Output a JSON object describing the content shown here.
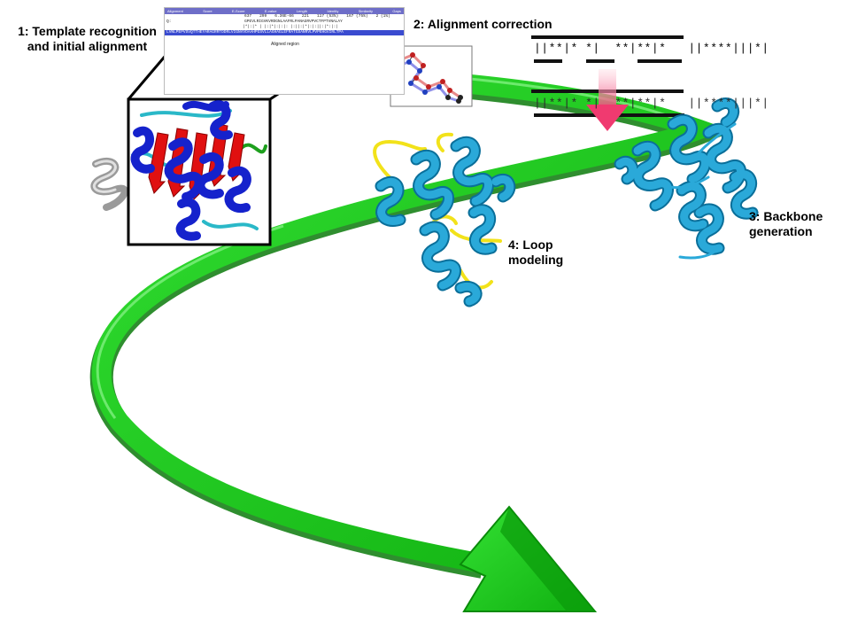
{
  "steps": {
    "step1": {
      "line1": "1: Template recognition",
      "line2": "and initial alignment"
    },
    "step2": {
      "label": "2: Alignment correction"
    },
    "step3": {
      "line1": "3: Backbone",
      "line2": "generation"
    },
    "step4": {
      "line1": "4: Loop",
      "line2": "modeling"
    }
  },
  "alignment_panel": {
    "header": [
      "Alignment",
      "Score",
      "E-Score",
      "E-value",
      "Length",
      "Identity",
      "Similarity",
      "Gaps"
    ],
    "stats": [
      "637",
      "299",
      "6.36E-66",
      "221",
      "117 (53%)",
      "167 (75%)",
      "2 (1%)"
    ],
    "query_label": "Q:",
    "query_seq": "GPEVLRIGVKVRDGNLAAFRLPANAGRVPVCTFPTVNALAY",
    "match_line": "|*|:|* |  |:|*|:|:|: |:||:|*|:|:||:|*:|:|",
    "subject_seq": "LVNLPEPVSVQTTHEYARAGRRTDDRLVIGNVVDAAHPGSVLLAGHAGLEFRATGSANRVLPVPEHGVIRLTPA",
    "caption": "Aligned region"
  },
  "sequence_rails": {
    "top": "||**|* *|  **|**|*   ||****|||*|",
    "bottom": "||**|* *|  **|**|*   ||****|||*|"
  },
  "colors": {
    "arrow_green": "#19c919",
    "arrow_dark": "#0a8a0a",
    "helix_blue": "#1522cc",
    "sheet_red": "#e01010",
    "coil_cyan": "#2ab8c8",
    "model_cyan": "#2aa9d9",
    "loop_yellow": "#f2e21a",
    "correction_pink": "#f07090"
  },
  "icons": {
    "template_structure": "protein-ribbon-blue-red",
    "fragment": "helix-fragment-grey",
    "backbone_model": "protein-ribbon-cyan",
    "loop_model": "protein-ribbon-cyan-yellow-loops",
    "correction_arrow": "down-arrow-pink"
  }
}
